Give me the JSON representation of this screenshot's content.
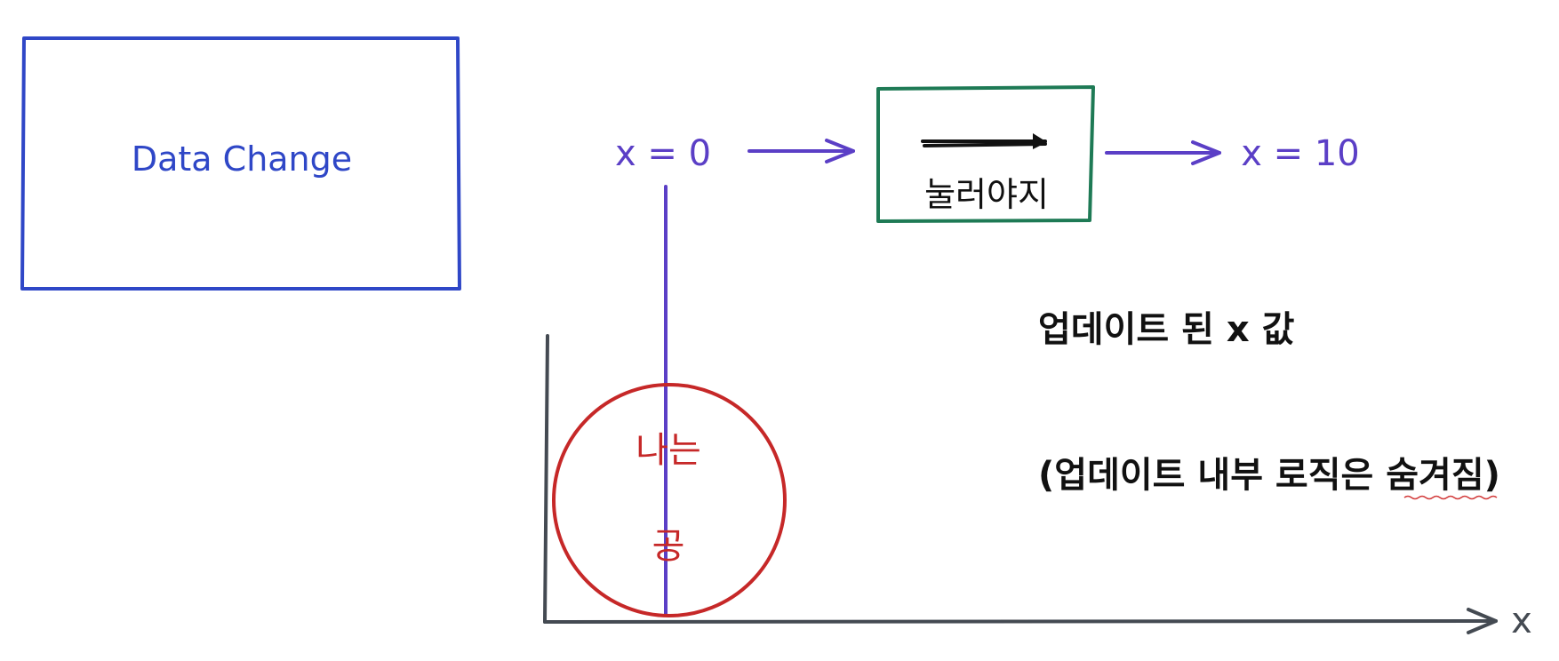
{
  "box_label": "Data Change",
  "flow": {
    "start": "x = 0",
    "process": "눌러야지",
    "end": "x = 10"
  },
  "ball": {
    "line1": "나는",
    "line2": "공"
  },
  "axis_label": "x",
  "notes": {
    "updated": "업데이트 된 x 값",
    "hidden": "(업데이트 내부 로직은 숨겨짐)"
  },
  "colors": {
    "blue_box": "#2f47c7",
    "purple": "#5b3fc6",
    "green": "#1e7a55",
    "red": "#c62828",
    "axis": "#444a52",
    "text": "#111111"
  }
}
